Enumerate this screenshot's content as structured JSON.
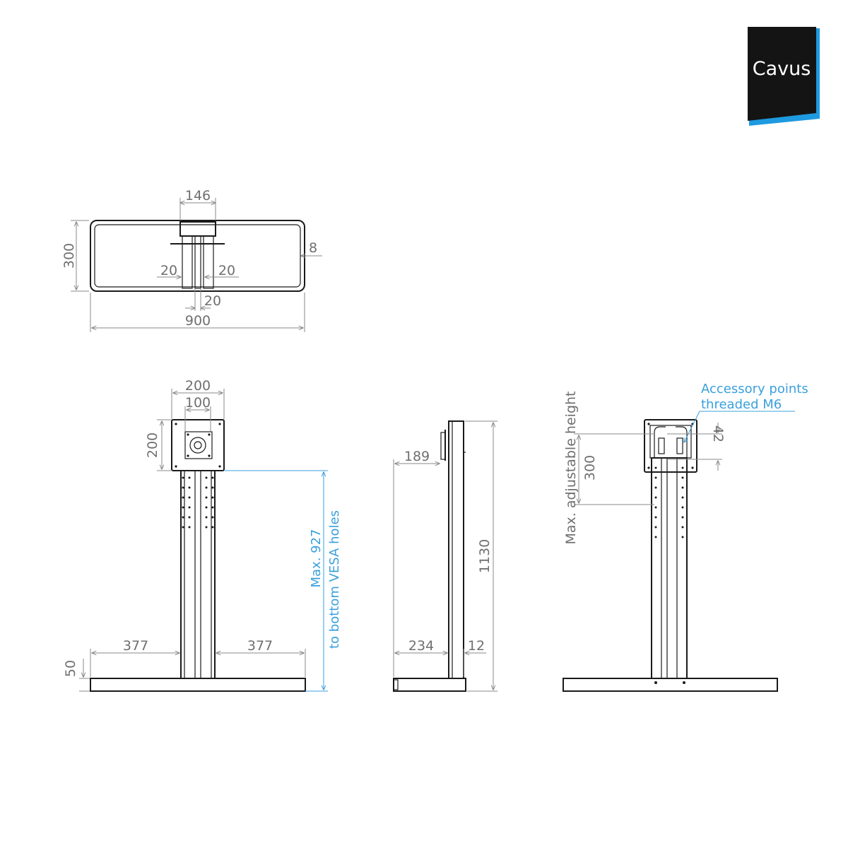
{
  "logo": {
    "text": "Cavus",
    "bg": "#141414",
    "accent": "#1e9ae0"
  },
  "colors": {
    "line": "#1a1a1a",
    "dimension": "#8a8a8a",
    "highlight": "#3aa0dc"
  },
  "top_view": {
    "width_total": "900",
    "depth": "300",
    "column_width": "146",
    "gap_left": "20",
    "gap_right": "20",
    "gap_center": "20",
    "tube": "8"
  },
  "front_view": {
    "vesa_w": "200",
    "vesa_inner": "100",
    "vesa_h": "200",
    "foot_left": "377",
    "foot_right": "377",
    "base_height": "50",
    "max_height_line1": "Max. 927",
    "max_height_line2": "to bottom VESA holes"
  },
  "side_view": {
    "offset": "189",
    "depth": "234",
    "post": "12",
    "height": "1130"
  },
  "rear_view": {
    "accessory_line1": "Accessory points",
    "accessory_line2": "threaded M6",
    "accessory_spacing": "42",
    "adjust_range": "300",
    "adjust_label": "Max. adjustable height"
  }
}
